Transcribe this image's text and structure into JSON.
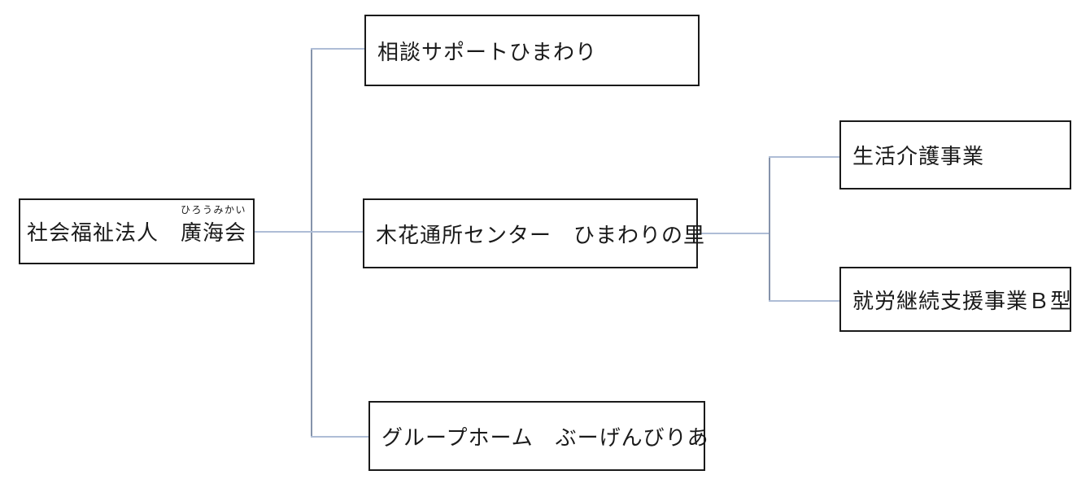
{
  "diagram": {
    "type": "org-chart",
    "root": {
      "label_prefix": "社会福祉法人　",
      "ruby_base": "廣海会",
      "ruby_text": "ひろうみかい"
    },
    "nodes": {
      "soudan": {
        "label": "相談サポートひまわり"
      },
      "kibana": {
        "label": "木花通所センター　ひまわりの里"
      },
      "grouphome": {
        "label": "グループホーム　ぶーげんびりあ"
      },
      "seikatsu": {
        "label": "生活介護事業"
      },
      "shurou": {
        "label": "就労継続支援事業Ｂ型"
      }
    },
    "edges": [
      {
        "from": "root",
        "to": "soudan"
      },
      {
        "from": "root",
        "to": "kibana"
      },
      {
        "from": "root",
        "to": "grouphome"
      },
      {
        "from": "kibana",
        "to": "seikatsu"
      },
      {
        "from": "kibana",
        "to": "shurou"
      }
    ],
    "colors": {
      "background": "#ffffff",
      "box_border": "#1a1a1a",
      "text": "#1a1a1a",
      "connector_horizontal": "#aebdd6",
      "connector_vertical": "#8593ab"
    }
  }
}
